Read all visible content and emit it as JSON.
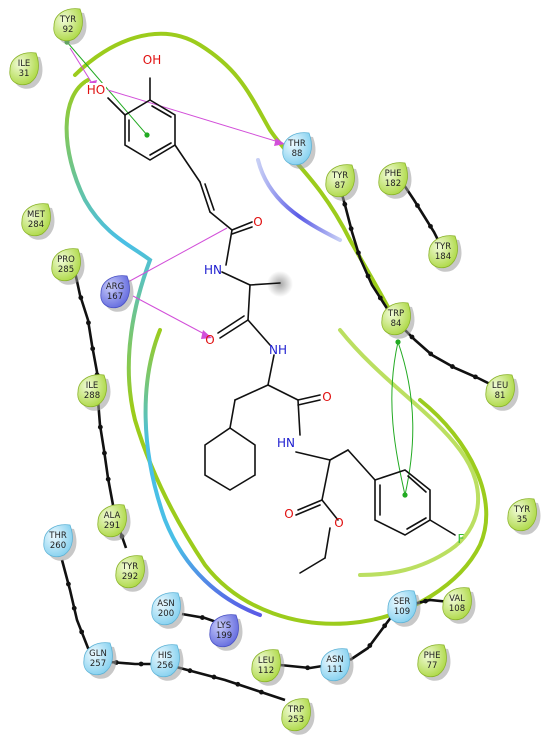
{
  "residues": [
    {
      "id": "tyr92",
      "name": "TYR",
      "num": "92",
      "type": "hydrophobic"
    },
    {
      "id": "ile31",
      "name": "ILE",
      "num": "31",
      "type": "hydrophobic"
    },
    {
      "id": "thr88",
      "name": "THR",
      "num": "88",
      "type": "polar"
    },
    {
      "id": "tyr87",
      "name": "TYR",
      "num": "87",
      "type": "hydrophobic"
    },
    {
      "id": "phe182",
      "name": "PHE",
      "num": "182",
      "type": "hydrophobic"
    },
    {
      "id": "tyr184",
      "name": "TYR",
      "num": "184",
      "type": "hydrophobic"
    },
    {
      "id": "met284",
      "name": "MET",
      "num": "284",
      "type": "hydrophobic"
    },
    {
      "id": "pro285",
      "name": "PRO",
      "num": "285",
      "type": "hydrophobic"
    },
    {
      "id": "arg167",
      "name": "ARG",
      "num": "167",
      "type": "positive"
    },
    {
      "id": "trp84",
      "name": "TRP",
      "num": "84",
      "type": "hydrophobic"
    },
    {
      "id": "leu81",
      "name": "LEU",
      "num": "81",
      "type": "hydrophobic"
    },
    {
      "id": "ile288",
      "name": "ILE",
      "num": "288",
      "type": "hydrophobic"
    },
    {
      "id": "tyr35",
      "name": "TYR",
      "num": "35",
      "type": "hydrophobic"
    },
    {
      "id": "ala291",
      "name": "ALA",
      "num": "291",
      "type": "hydrophobic"
    },
    {
      "id": "thr260",
      "name": "THR",
      "num": "260",
      "type": "polar"
    },
    {
      "id": "tyr292",
      "name": "TYR",
      "num": "292",
      "type": "hydrophobic"
    },
    {
      "id": "asn200",
      "name": "ASN",
      "num": "200",
      "type": "polar"
    },
    {
      "id": "lys199",
      "name": "LYS",
      "num": "199",
      "type": "positive"
    },
    {
      "id": "ser109",
      "name": "SER",
      "num": "109",
      "type": "polar"
    },
    {
      "id": "val108",
      "name": "VAL",
      "num": "108",
      "type": "hydrophobic"
    },
    {
      "id": "gln257",
      "name": "GLN",
      "num": "257",
      "type": "polar"
    },
    {
      "id": "his256",
      "name": "HIS",
      "num": "256",
      "type": "polar"
    },
    {
      "id": "leu112",
      "name": "LEU",
      "num": "112",
      "type": "hydrophobic"
    },
    {
      "id": "asn111",
      "name": "ASN",
      "num": "111",
      "type": "polar"
    },
    {
      "id": "phe77",
      "name": "PHE",
      "num": "77",
      "type": "hydrophobic"
    },
    {
      "id": "trp253",
      "name": "TRP",
      "num": "253",
      "type": "hydrophobic"
    }
  ],
  "atoms": {
    "oh1": "OH",
    "ho2": "HO",
    "o1": "O",
    "nh1": "HN",
    "o2": "O",
    "nh2": "NH",
    "o3": "O",
    "nh3": "HN",
    "o4": "O",
    "o5": "O",
    "f": "F"
  },
  "colors": {
    "hydrophobic": "#b8e04a",
    "polar": "#8fd6f2",
    "positive": "#6f78e6",
    "pocket_green": "#9ccc1c",
    "pocket_cyan": "#49bfe6",
    "pocket_blue": "#5a5ae6",
    "hbond": "#d24fd9",
    "pi_stack": "#22aa22",
    "carbon": "#111111",
    "oxygen": "#e01010",
    "nitrogen": "#2020d0",
    "fluorine": "#33bb33"
  }
}
